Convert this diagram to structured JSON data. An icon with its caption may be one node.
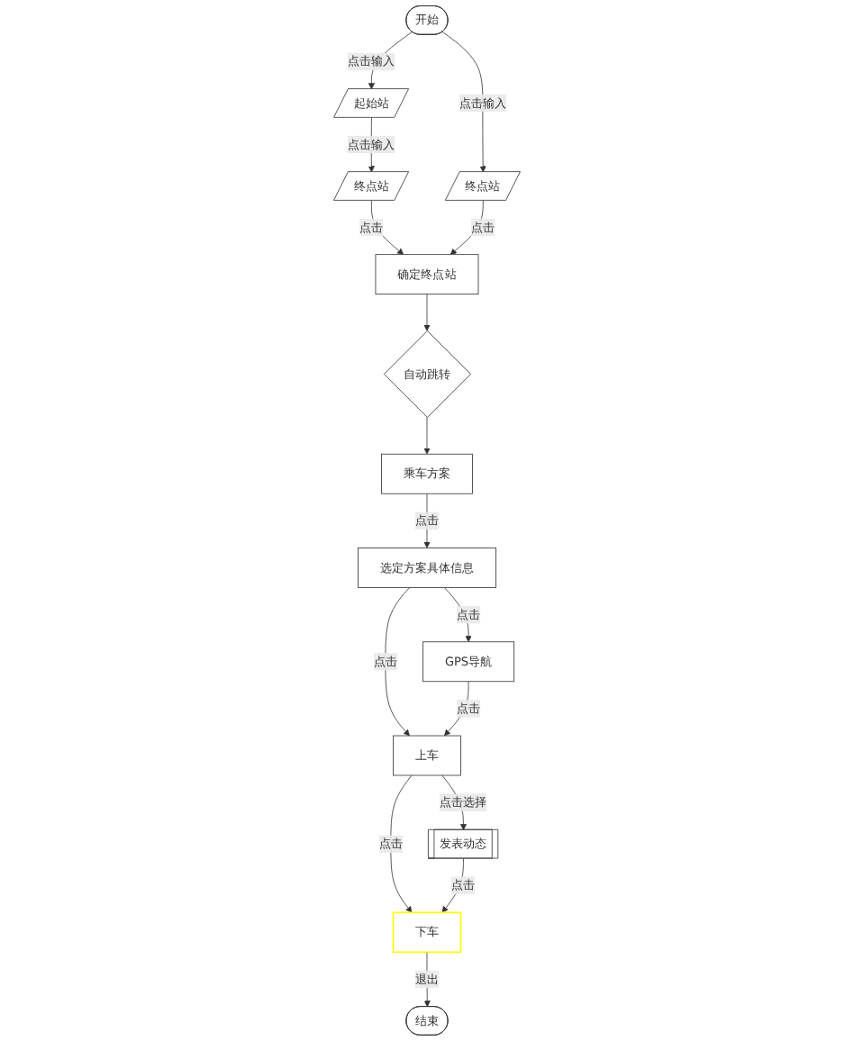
{
  "diagram": {
    "nodes": [
      {
        "text": [
          "开始"
        ]
      },
      {
        "text": [
          "起始站"
        ]
      },
      {
        "text": [
          "终点站"
        ]
      },
      {
        "text": [
          "终点站"
        ]
      },
      {
        "text": [
          "确定终点站"
        ]
      },
      {
        "text": [
          "自动跳转"
        ]
      },
      {
        "text": [
          "乘车方案"
        ]
      },
      {
        "text": [
          "GPS导航"
        ]
      },
      {
        "text": [
          "选定方案具体信息"
        ]
      },
      {
        "text": [
          "发表动态"
        ]
      },
      {
        "text": [
          "上车"
        ]
      },
      {
        "text": [
          "下车"
        ]
      },
      {
        "text": [
          "结束"
        ]
      }
    ],
    "edges": [
      {
        "from": 0,
        "to": 1,
        "arrow": "to",
        "label": "点击输入"
      },
      {
        "from": 1,
        "to": 2,
        "arrow": "to",
        "label": "点击输入"
      },
      {
        "from": 2,
        "to": 4,
        "arrow": "to",
        "label": "点击"
      },
      {
        "from": 0,
        "to": 3,
        "arrow": "to",
        "label": "点击输入"
      },
      {
        "from": 3,
        "to": 4,
        "arrow": "to",
        "label": "点击"
      },
      {
        "from": 4,
        "to": 5,
        "arrow": "to"
      },
      {
        "from": 5,
        "to": 6,
        "arrow": "to"
      },
      {
        "from": 6,
        "to": 8,
        "arrow": "to",
        "label": "点击"
      },
      {
        "from": 8,
        "to": 7,
        "arrow": "to",
        "label": "点击"
      },
      {
        "from": 8,
        "to": 10,
        "arrow": "to",
        "label": "点击"
      },
      {
        "from": 7,
        "to": 10,
        "arrow": "to",
        "label": "点击"
      },
      {
        "from": 10,
        "to": 9,
        "arrow": "to",
        "label": "点击选择"
      },
      {
        "from": 10,
        "to": 11,
        "arrow": "to",
        "label": "点击"
      },
      {
        "from": 9,
        "to": 11,
        "arrow": "to",
        "label": "点击"
      },
      {
        "from": 11,
        "to": 12,
        "arrow": "to",
        "label": "退出"
      }
    ]
  }
}
